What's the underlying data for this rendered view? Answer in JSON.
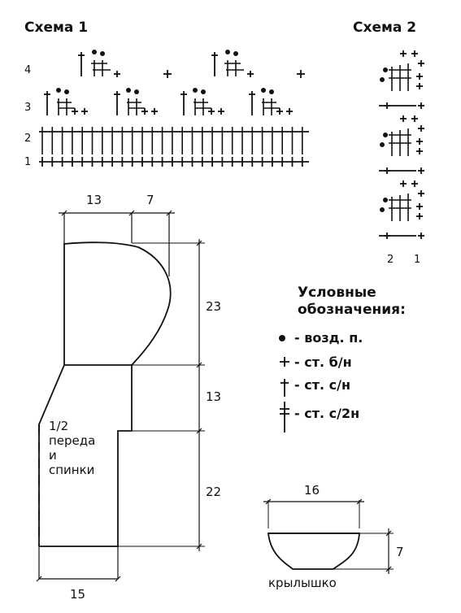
{
  "scheme1": {
    "title": "Схема 1",
    "row_labels": [
      "1",
      "2",
      "3",
      "4"
    ]
  },
  "scheme2": {
    "title": "Схема 2",
    "row_labels": [
      "2",
      "1"
    ]
  },
  "pattern": {
    "dimensions": {
      "top_left": "13",
      "top_right": "7",
      "side_upper": "23",
      "side_middle": "13",
      "side_lower": "22",
      "bottom": "15"
    },
    "label": {
      "line1": "1/2",
      "line2": "переда",
      "line3": "и",
      "line4": "спинки"
    }
  },
  "legend": {
    "title_line1": "Условные",
    "title_line2": "обозначения:",
    "items": [
      {
        "symbol": "chain-dot",
        "text": "- возд. п."
      },
      {
        "symbol": "plus",
        "text": "- ст. б/н"
      },
      {
        "symbol": "dagger",
        "text": "- ст. с/н"
      },
      {
        "symbol": "double-dagger",
        "text": "- ст. с/2н"
      }
    ]
  },
  "sleeve": {
    "width": "16",
    "height": "7",
    "label": "крылышко"
  }
}
